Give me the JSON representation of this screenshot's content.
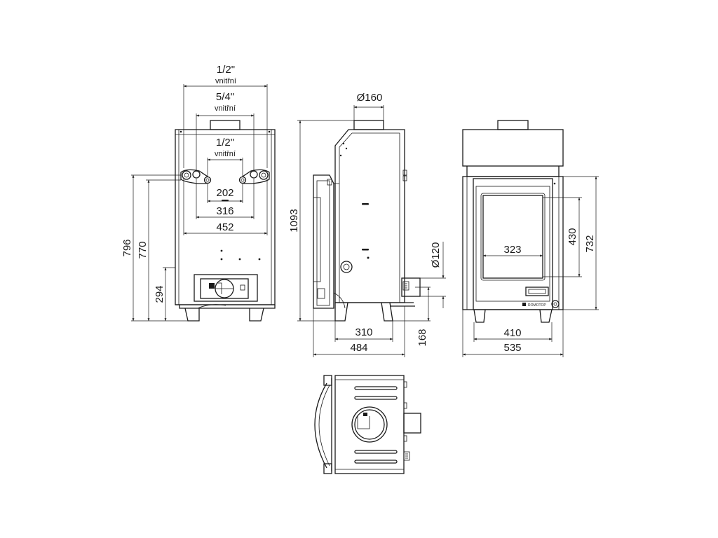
{
  "front_view": {
    "dim_top_pipe": "1/2\"",
    "dim_top_pipe_note": "vnitřní",
    "dim_mid_pipe": "5/4\"",
    "dim_mid_pipe_note": "vnitřní",
    "dim_low_pipe": "1/2\"",
    "dim_low_pipe_note": "vnitřní",
    "dim_202": "202",
    "dim_316": "316",
    "dim_452": "452",
    "dim_796": "796",
    "dim_770": "770",
    "dim_294": "294"
  },
  "side_view": {
    "dim_flue": "Ø160",
    "dim_height": "1093",
    "dim_air_inlet": "Ø120",
    "dim_168": "168",
    "dim_310": "310",
    "dim_484": "484"
  },
  "rear_view": {
    "dim_323": "323",
    "dim_430": "430",
    "dim_732": "732",
    "dim_410": "410",
    "dim_535": "535",
    "brand_mark": "ROMOTOP"
  },
  "top_view": {}
}
